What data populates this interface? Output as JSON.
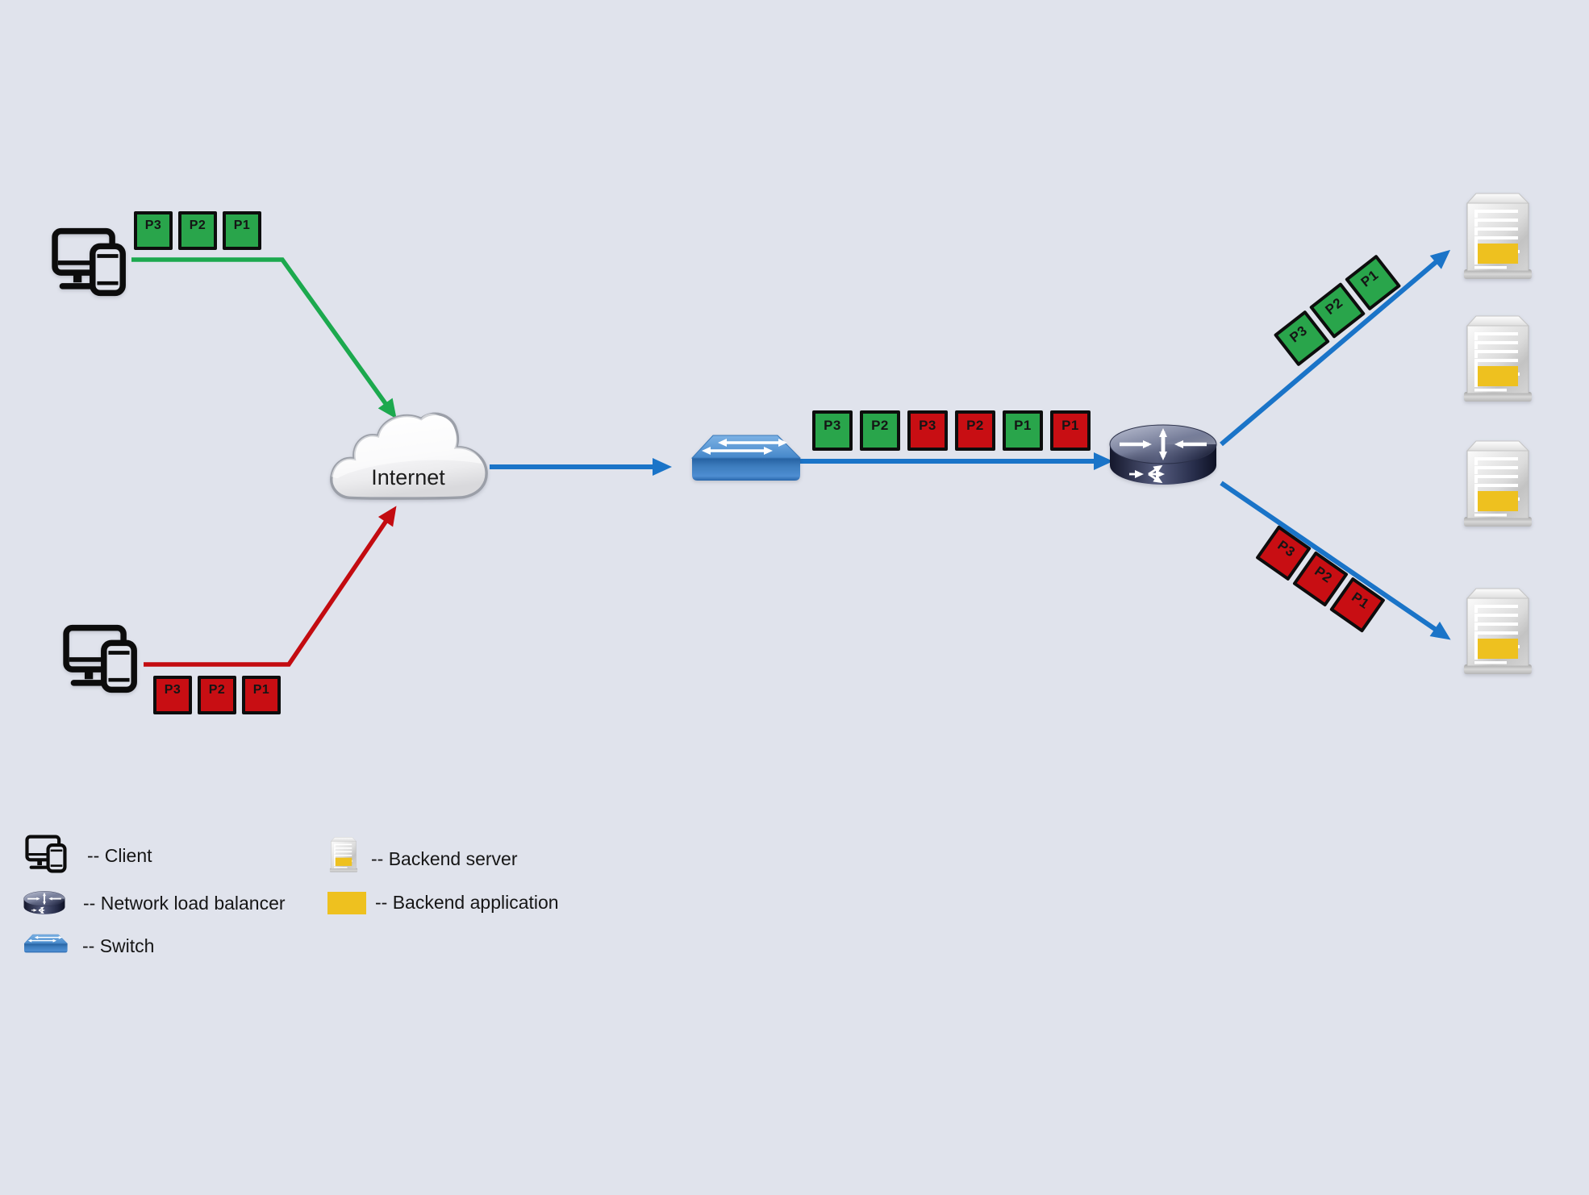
{
  "colors": {
    "background": "#e0e3ec",
    "packet-green": "#29a54b",
    "packet-red": "#c80e13",
    "line-green": "#1ca94e",
    "line-red": "#c30b10",
    "line-blue": "#1a74c8",
    "app-yellow": "#eec11f",
    "packet-border": "#0d0d0d"
  },
  "nodes": {
    "internet_label": "Internet"
  },
  "packets": {
    "client_top": [
      {
        "label": "P3",
        "color": "packet-green"
      },
      {
        "label": "P2",
        "color": "packet-green"
      },
      {
        "label": "P1",
        "color": "packet-green"
      }
    ],
    "client_bottom": [
      {
        "label": "P3",
        "color": "packet-red"
      },
      {
        "label": "P2",
        "color": "packet-red"
      },
      {
        "label": "P1",
        "color": "packet-red"
      }
    ],
    "switch_to_lb": [
      {
        "label": "P3",
        "color": "packet-green"
      },
      {
        "label": "P2",
        "color": "packet-green"
      },
      {
        "label": "P3",
        "color": "packet-red"
      },
      {
        "label": "P2",
        "color": "packet-red"
      },
      {
        "label": "P1",
        "color": "packet-green"
      },
      {
        "label": "P1",
        "color": "packet-red"
      }
    ],
    "lb_to_server1": [
      {
        "label": "P3",
        "color": "packet-green"
      },
      {
        "label": "P2",
        "color": "packet-green"
      },
      {
        "label": "P1",
        "color": "packet-green"
      }
    ],
    "lb_to_server4": [
      {
        "label": "P3",
        "color": "packet-red"
      },
      {
        "label": "P2",
        "color": "packet-red"
      },
      {
        "label": "P1",
        "color": "packet-red"
      }
    ]
  },
  "legend": {
    "client": "-- Client",
    "load_balancer": "-- Network load balancer",
    "switch": "-- Switch",
    "backend_server": "-- Backend server",
    "backend_application": "-- Backend application"
  }
}
